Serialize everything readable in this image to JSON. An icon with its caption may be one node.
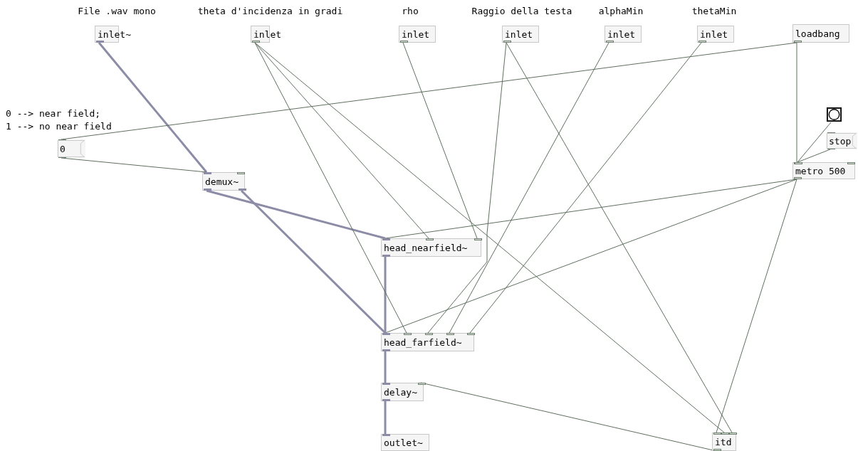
{
  "diagram": {
    "nodes": [
      {
        "text": [
          "inlet~"
        ],
        "beside": [
          "File .wav mono"
        ]
      },
      {
        "text": [
          "inlet"
        ],
        "beside": [
          "theta d'incidenza in gradi"
        ]
      },
      {
        "text": [
          "inlet"
        ],
        "beside": [
          "rho"
        ]
      },
      {
        "text": [
          "inlet"
        ],
        "beside": [
          "Raggio della testa"
        ]
      },
      {
        "text": [
          "inlet"
        ],
        "beside": [
          "alphaMin"
        ]
      },
      {
        "text": [
          "inlet"
        ],
        "beside": [
          "thetaMin"
        ]
      },
      {
        "text": [
          "loadbang"
        ]
      },
      {
        "text": [
          "0"
        ]
      },
      {
        "text": [],
        "shape": "circle"
      },
      {
        "text": [
          "stop"
        ]
      },
      {
        "text": [
          "metro 500"
        ]
      },
      {
        "text": [
          "demux~"
        ]
      },
      {
        "text": [
          "head_nearfield~"
        ]
      },
      {
        "text": [
          "head_farfield~"
        ]
      },
      {
        "text": [
          "delay~"
        ]
      },
      {
        "text": [
          "outlet~"
        ]
      },
      {
        "text": [
          "itd"
        ]
      }
    ],
    "edges": [
      {
        "from": 0,
        "to": 11,
        "arrow": "none",
        "style": "thick",
        "color": "#8c8ca6"
      },
      {
        "from": 6,
        "to": 7,
        "arrow": "none"
      },
      {
        "from": 6,
        "to": 10,
        "arrow": "none"
      },
      {
        "from": 7,
        "to": 11,
        "arrow": "none"
      },
      {
        "from": 8,
        "to": 10,
        "arrow": "none"
      },
      {
        "from": 9,
        "to": 10,
        "arrow": "none"
      },
      {
        "from": 10,
        "to": 12,
        "arrow": "none"
      },
      {
        "from": 10,
        "to": 13,
        "arrow": "none"
      },
      {
        "from": 10,
        "to": 16,
        "arrow": "none"
      },
      {
        "from": 11,
        "to": 12,
        "arrow": "none",
        "style": "thick",
        "color": "#8c8ca6"
      },
      {
        "from": 11,
        "to": 13,
        "arrow": "none",
        "style": "thick",
        "color": "#8c8ca6"
      },
      {
        "from": 12,
        "to": 13,
        "arrow": "none",
        "style": "thick",
        "color": "#8c8ca6"
      },
      {
        "from": 13,
        "to": 14,
        "arrow": "none",
        "style": "thick",
        "color": "#8c8ca6"
      },
      {
        "from": 14,
        "to": 15,
        "arrow": "none",
        "style": "thick",
        "color": "#8c8ca6"
      },
      {
        "from": 1,
        "to": 12,
        "arrow": "none"
      },
      {
        "from": 1,
        "to": 13,
        "arrow": "none"
      },
      {
        "from": 1,
        "to": 16,
        "arrow": "none"
      },
      {
        "from": 2,
        "to": 12,
        "arrow": "none"
      },
      {
        "from": 3,
        "to": 13,
        "arrow": "none"
      },
      {
        "from": 3,
        "to": 16,
        "arrow": "none"
      },
      {
        "from": 4,
        "to": 13,
        "arrow": "none"
      },
      {
        "from": 5,
        "to": 13,
        "arrow": "none"
      },
      {
        "from": 16,
        "to": 14,
        "arrow": "none"
      }
    ],
    "labels": [
      "0 --> near field;",
      "1 --> no near field"
    ]
  }
}
